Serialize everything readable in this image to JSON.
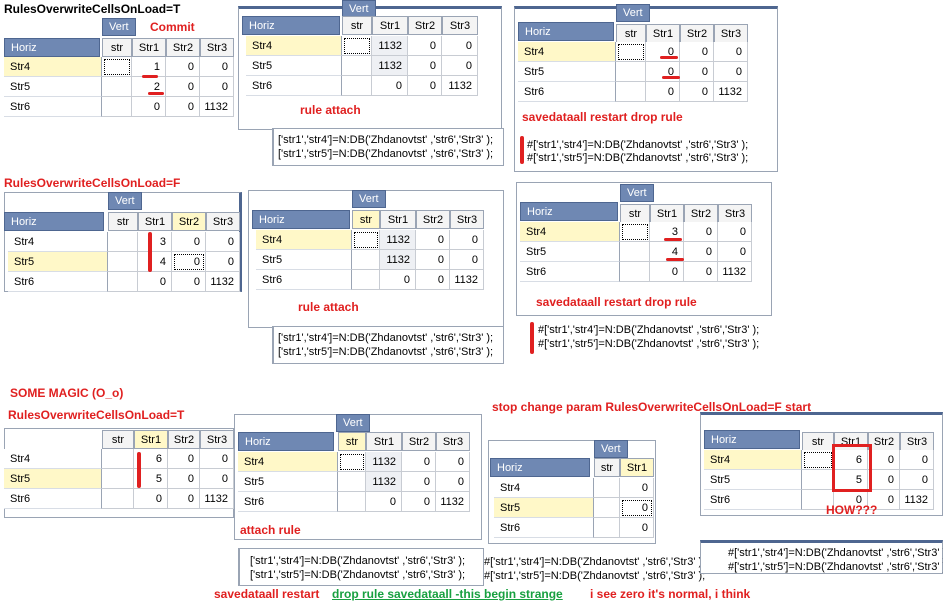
{
  "labels": {
    "vert": "Vert",
    "horiz": "Horiz",
    "str": "str",
    "str1": "Str1",
    "str2": "Str2",
    "str3": "Str3",
    "str4": "Str4",
    "str5": "Str5",
    "str6": "Str6"
  },
  "headings": {
    "t": "RulesOverwriteCellsOnLoad=T",
    "f": "RulesOverwriteCellsOnLoad=F",
    "magic": "SOME MAGIC  (O_o)",
    "t2": "RulesOverwriteCellsOnLoad=T",
    "stop": "stop change param RulesOverwriteCellsOnLoad=F start"
  },
  "annotations": {
    "commit": "Commit",
    "rule_attach_1": "rule attach",
    "rule_attach_2": "rule attach",
    "sdr1": "savedataall restart drop rule",
    "sdr2": "savedataall restart drop rule",
    "attach_rule": "attach rule",
    "savedataall_restart": "savedataall restart",
    "drop_rule_strange": "drop rule savedataall -this begin strange",
    "zero_normal": "i see zero it's normal, i think",
    "how": "HOW???"
  },
  "formulas": {
    "f1": "['str1','str4']=N:DB('Zhdanovtst' ,'str6','Str3' );",
    "f2": "['str1','str5']=N:DB('Zhdanovtst' ,'str6','Str3' );",
    "hf1": "#['str1','str4']=N:DB('Zhdanovtst' ,'str6','Str3' );",
    "hf2": "#['str1','str5']=N:DB('Zhdanovtst' ,'str6','Str3' );"
  },
  "grids": {
    "g1": [
      [
        "1",
        "0",
        "0"
      ],
      [
        "2",
        "0",
        "0"
      ],
      [
        "0",
        "0",
        "1132"
      ]
    ],
    "g2": [
      [
        "1132",
        "0",
        "0"
      ],
      [
        "1132",
        "0",
        "0"
      ],
      [
        "0",
        "0",
        "1132"
      ]
    ],
    "g3": [
      [
        "0",
        "0",
        "0"
      ],
      [
        "0",
        "0",
        "0"
      ],
      [
        "0",
        "0",
        "1132"
      ]
    ],
    "g4": [
      [
        "3",
        "0",
        "0"
      ],
      [
        "4",
        "0",
        "0"
      ],
      [
        "0",
        "0",
        "1132"
      ]
    ],
    "g5": [
      [
        "1132",
        "0",
        "0"
      ],
      [
        "1132",
        "0",
        "0"
      ],
      [
        "0",
        "0",
        "1132"
      ]
    ],
    "g6": [
      [
        "3",
        "0",
        "0"
      ],
      [
        "4",
        "0",
        "0"
      ],
      [
        "0",
        "0",
        "1132"
      ]
    ],
    "g7": [
      [
        "6",
        "0",
        "0"
      ],
      [
        "5",
        "0",
        "0"
      ],
      [
        "0",
        "0",
        "1132"
      ]
    ],
    "g8": [
      [
        "1132",
        "0",
        "0"
      ],
      [
        "1132",
        "0",
        "0"
      ],
      [
        "0",
        "0",
        "1132"
      ]
    ],
    "g9": [
      [
        "0"
      ],
      [
        "0"
      ],
      [
        "0"
      ]
    ],
    "g10": [
      [
        "6",
        "0",
        "0"
      ],
      [
        "5",
        "0",
        "0"
      ],
      [
        "0",
        "0",
        "1132"
      ]
    ]
  }
}
